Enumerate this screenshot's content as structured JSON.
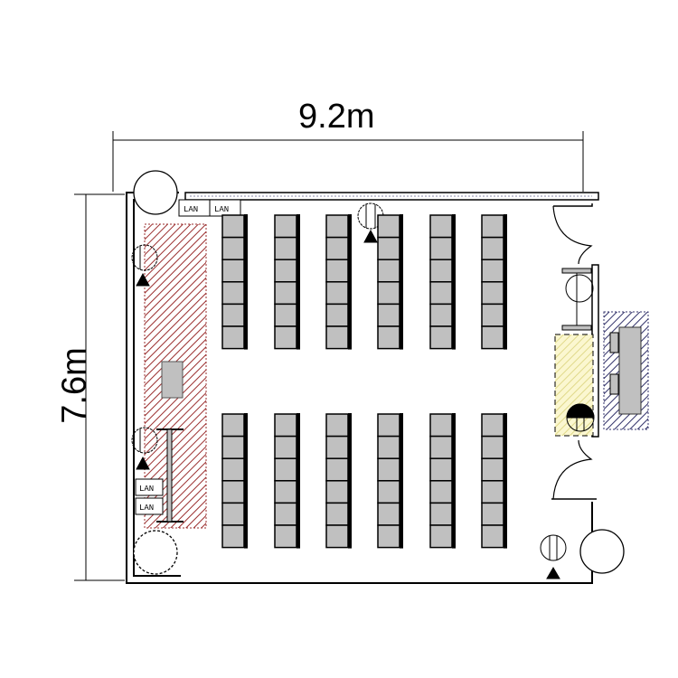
{
  "dimensions": {
    "width": "9.2m",
    "height": "7.6m"
  },
  "lan_label": "LAN",
  "desk_layout": {
    "columns": 6,
    "blocks": 2,
    "seats_per_column": 6
  },
  "colors": {
    "desk": "#c0c0c0",
    "stage_hatch": "#9b2f2f",
    "yellow_area": "#f3f0b8",
    "blue_hatch": "#33336b"
  }
}
